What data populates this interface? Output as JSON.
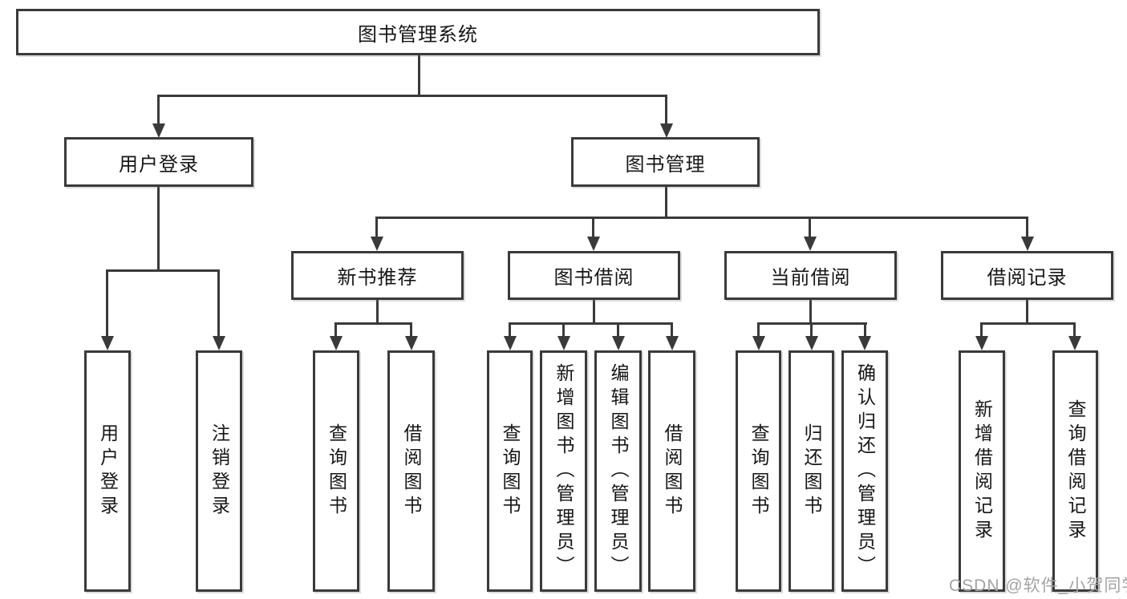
{
  "diagram": {
    "title": "图书管理系统",
    "colors": {
      "line": "#3a3a3a",
      "text": "#161616",
      "background": "#ffffff",
      "watermark": "#a3a3a3"
    },
    "tree": {
      "root": "图书管理系统",
      "branches": [
        {
          "label": "用户登录",
          "children": [
            "用户登录",
            "注销登录"
          ]
        },
        {
          "label": "图书管理",
          "children": [
            {
              "label": "新书推荐",
              "children": [
                "查询图书",
                "借阅图书"
              ]
            },
            {
              "label": "图书借阅",
              "children": [
                "查询图书",
                "新增图书（管理员）",
                "编辑图书（管理员）",
                "借阅图书"
              ]
            },
            {
              "label": "当前借阅",
              "children": [
                "查询图书",
                "归还图书",
                "确认归还（管理员）"
              ]
            },
            {
              "label": "借阅记录",
              "children": [
                "新增借阅记录",
                "查询借阅记录"
              ]
            }
          ]
        }
      ]
    }
  },
  "watermark": {
    "text": "CSDN @软件_小贺同学"
  }
}
